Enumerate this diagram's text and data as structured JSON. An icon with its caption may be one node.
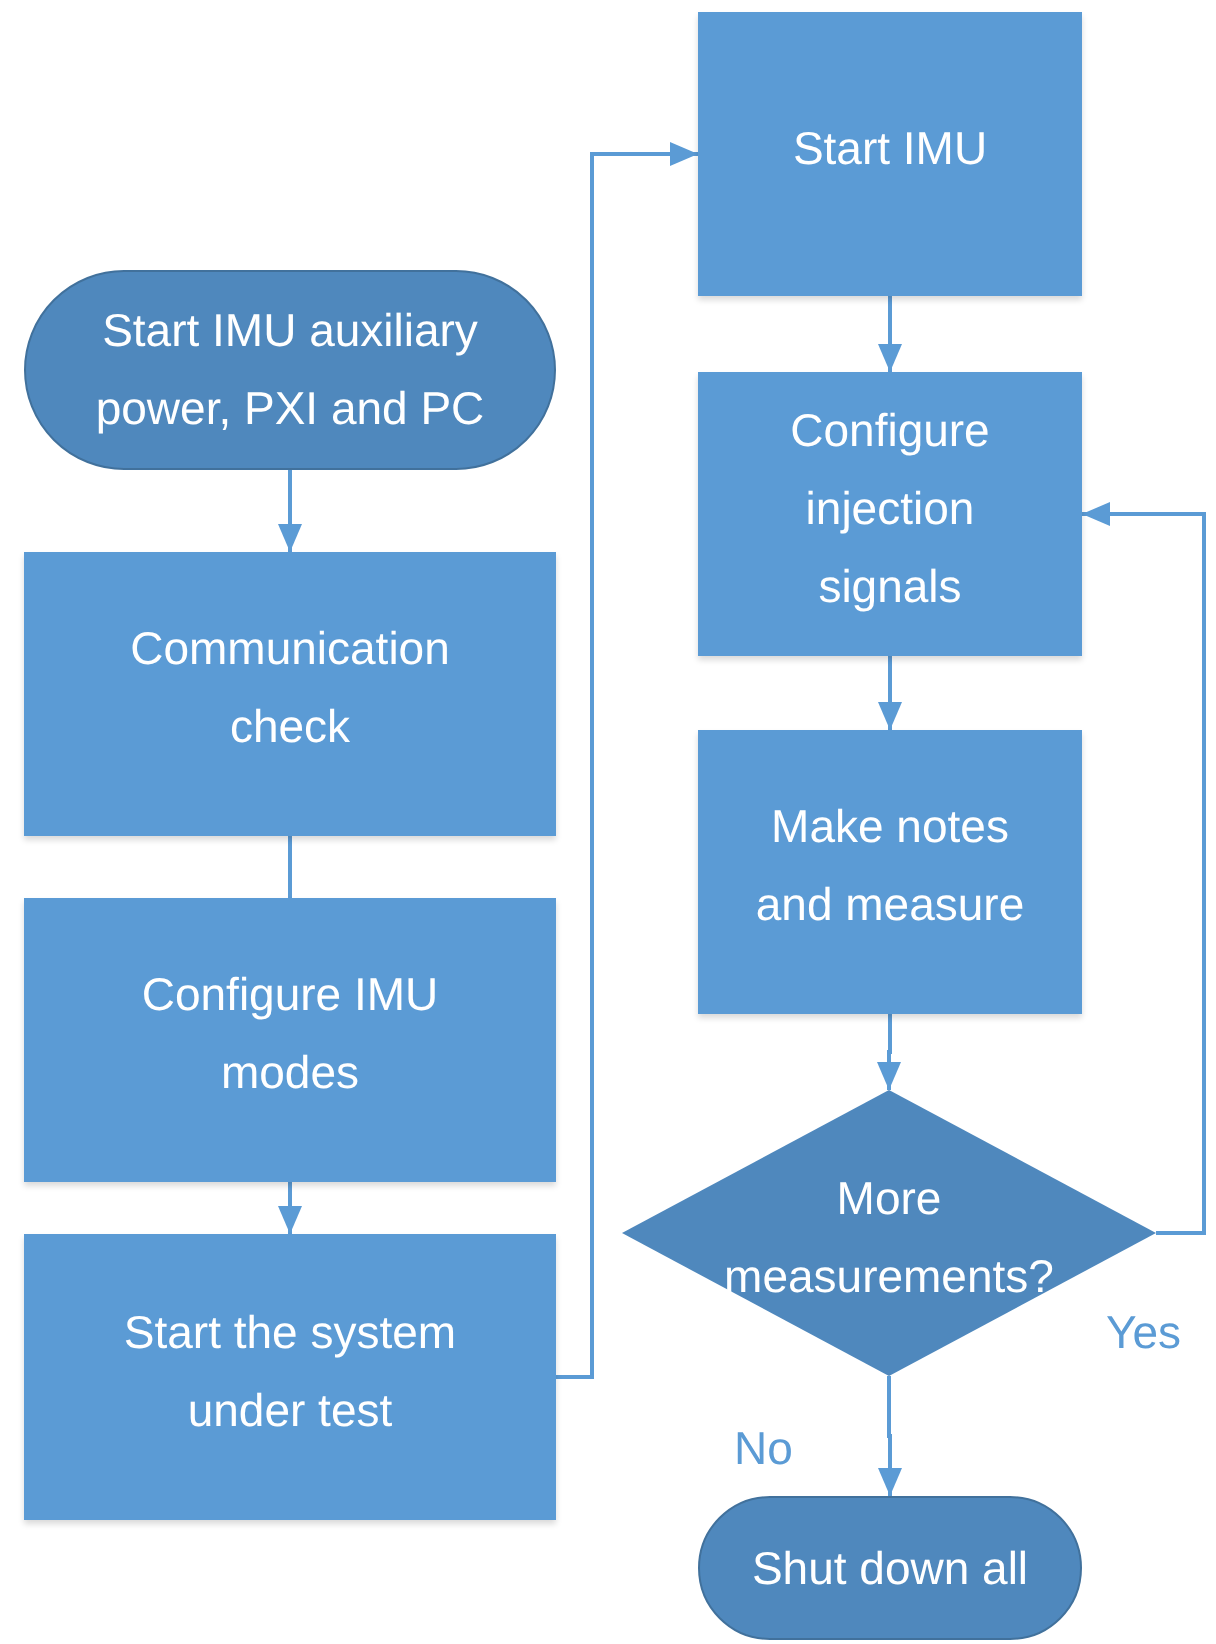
{
  "diagram": {
    "nodes": [
      {
        "text": [
          "Start IMU auxiliary power, PXI and PC"
        ]
      },
      {
        "text": [
          "Communication check"
        ]
      },
      {
        "text": [
          "Configure IMU modes"
        ]
      },
      {
        "text": [
          "Start the system under test"
        ]
      },
      {
        "text": [
          "Start IMU"
        ]
      },
      {
        "text": [
          "Configure injection signals"
        ]
      },
      {
        "text": [
          "Make notes and measure"
        ]
      },
      {
        "text": [
          "More measurements?"
        ]
      },
      {
        "text": [
          "Shut down all"
        ]
      }
    ],
    "edges": [
      {
        "from": 0,
        "to": 1,
        "arrow": "to"
      },
      {
        "from": 1,
        "to": 2,
        "arrow": "none"
      },
      {
        "from": 2,
        "to": 3,
        "arrow": "to"
      },
      {
        "from": 3,
        "to": 4,
        "arrow": "to"
      },
      {
        "from": 4,
        "to": 5,
        "arrow": "to"
      },
      {
        "from": 5,
        "to": 6,
        "arrow": "to"
      },
      {
        "from": 6,
        "to": 7,
        "arrow": "to"
      },
      {
        "from": 7,
        "to": 8,
        "arrow": "to",
        "label": "No"
      },
      {
        "from": 7,
        "to": 5,
        "arrow": "to",
        "label": "Yes"
      }
    ]
  }
}
